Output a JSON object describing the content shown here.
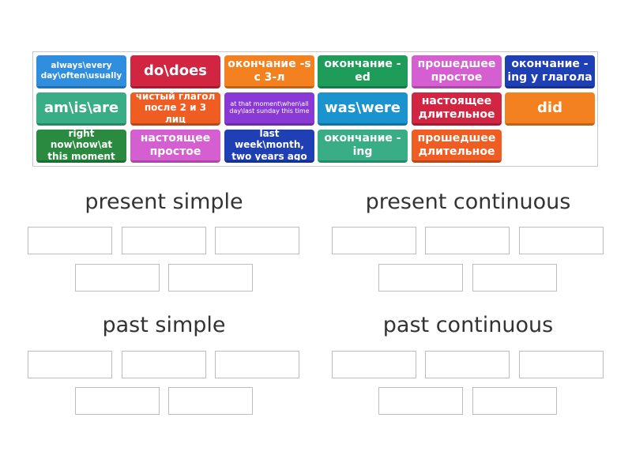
{
  "tiles": [
    {
      "label": "always\\every day\\often\\usually"
    },
    {
      "label": "do\\does"
    },
    {
      "label": "окончание -s с 3-л"
    },
    {
      "label": "окончание -ed"
    },
    {
      "label": "прошедшее простое"
    },
    {
      "label": "окончание -ing у глагола"
    },
    {
      "label": "am\\is\\are"
    },
    {
      "label": "чистый глагол после 2 и 3 лиц"
    },
    {
      "label": "at that moment\\when\\all day\\last sunday this time"
    },
    {
      "label": "was\\were"
    },
    {
      "label": "настоящее длительное"
    },
    {
      "label": "did"
    },
    {
      "label": "right now\\now\\at this moment"
    },
    {
      "label": "настоящее простое"
    },
    {
      "label": "last week\\month, two years ago"
    },
    {
      "label": "окончание -ing"
    },
    {
      "label": "прошедшее длительное"
    }
  ],
  "groups": [
    {
      "title": "present simple"
    },
    {
      "title": "present continuous"
    },
    {
      "title": "past simple"
    },
    {
      "title": "past continuous"
    }
  ],
  "colors": {
    "blue": "#2f8fde",
    "red": "#d12541",
    "orange": "#f4811f",
    "green": "#1e9c59",
    "pink": "#d55fd1",
    "navy": "#1f3fb5",
    "teal": "#39ad86",
    "orange2": "#ef5d22",
    "violet": "#8a3ad4",
    "cyan": "#1a93ce",
    "dark_green": "#2a8a3f"
  }
}
